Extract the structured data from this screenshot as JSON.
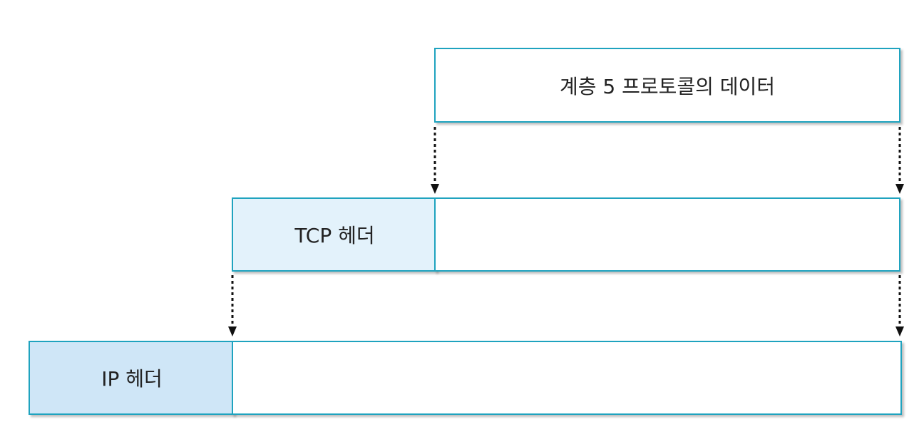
{
  "diagram": {
    "layer5_label": "계층 5 프로토콜의 데이터",
    "tcp_header_label": "TCP 헤더",
    "ip_header_label": "IP 헤더"
  },
  "colors": {
    "border": "#1fa3bf",
    "tcp_header_fill": "#e3f2fb",
    "ip_header_fill": "#cfe6f7",
    "arrow": "#111111"
  }
}
